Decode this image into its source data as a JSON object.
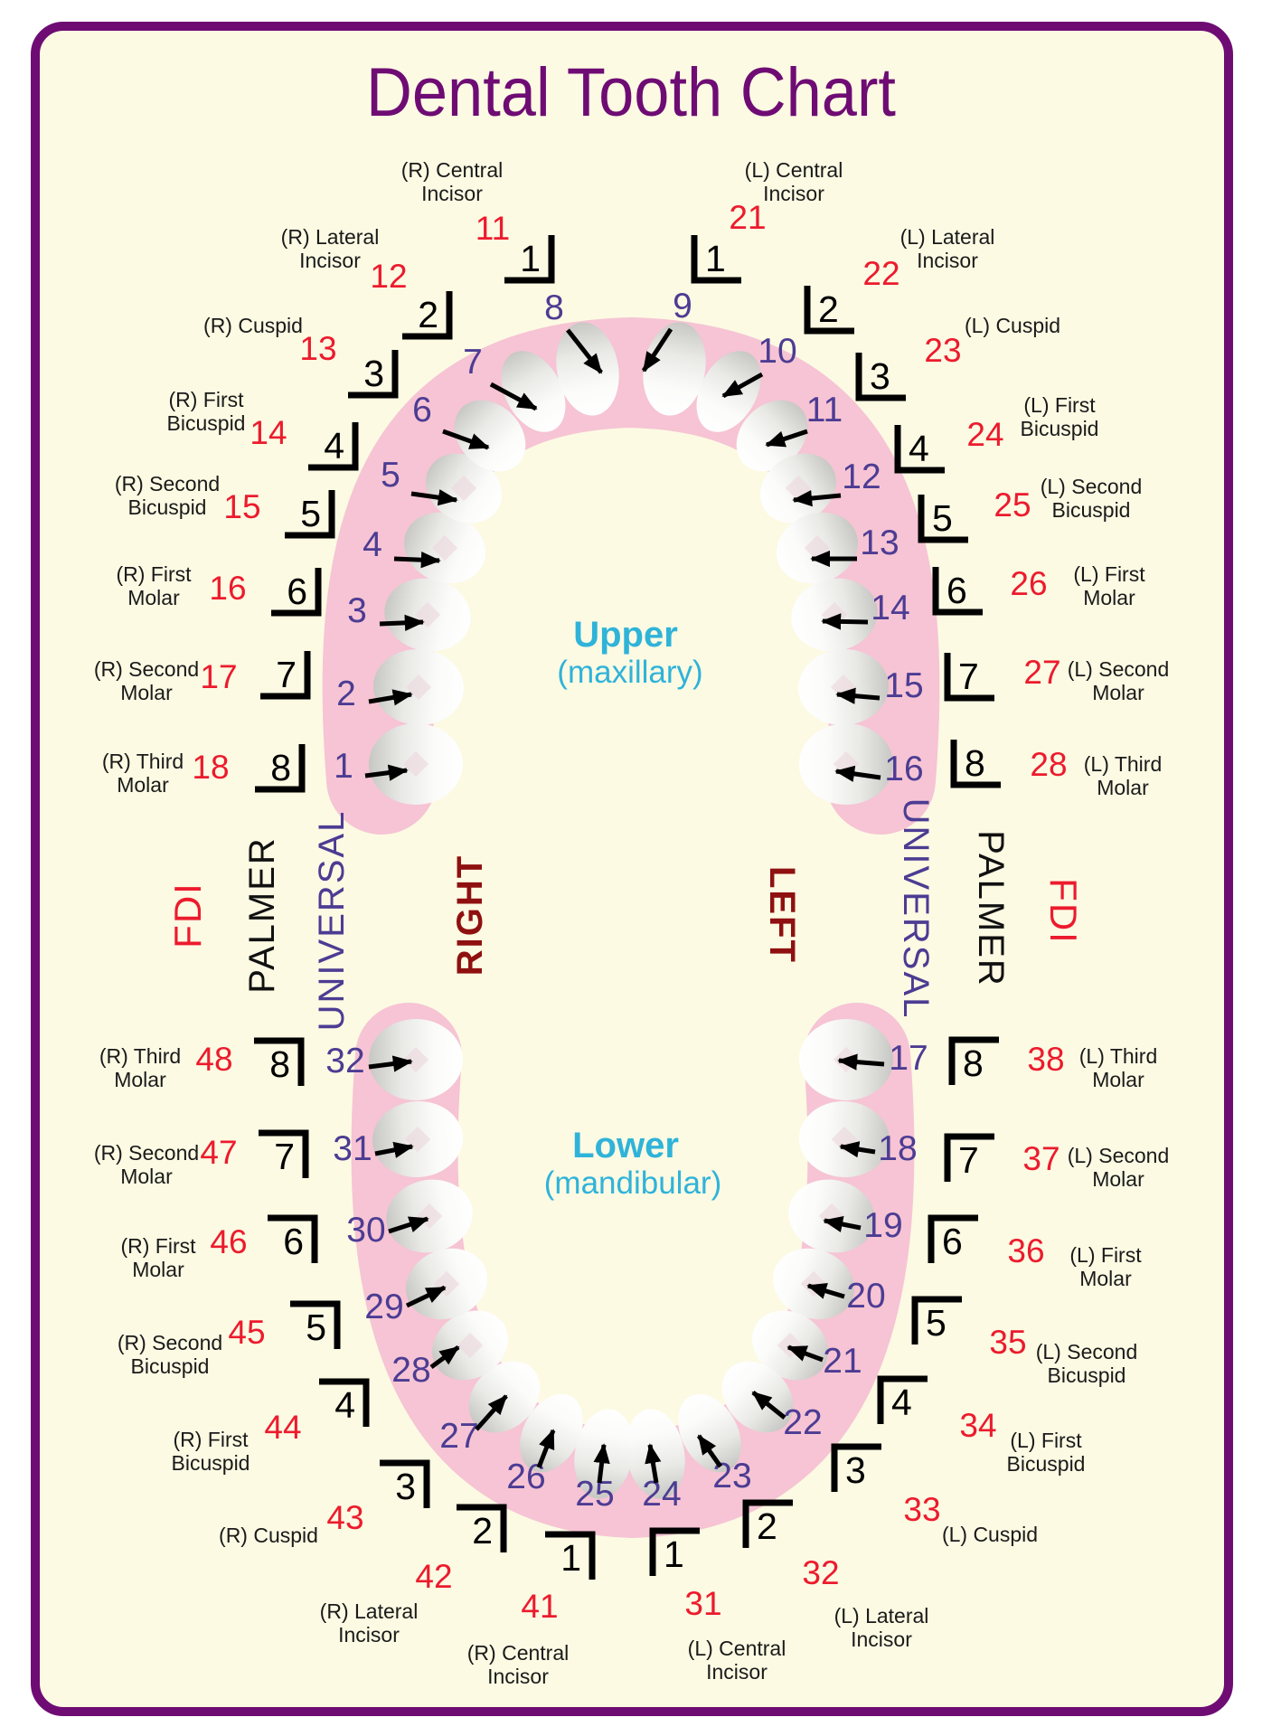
{
  "title": "Dental Tooth Chart",
  "sections": {
    "upper": {
      "name": "Upper",
      "sub": "(maxillary)"
    },
    "lower": {
      "name": "Lower",
      "sub": "(mandibular)"
    }
  },
  "systems": {
    "fdi": "FDI",
    "palmer": "PALMER",
    "universal": "UNIVERSAL"
  },
  "sides": {
    "right": "RIGHT",
    "left": "LEFT"
  },
  "colors": {
    "background": "#FCFAE3",
    "border": "#6E0C74",
    "title": "#6E0C74",
    "fdi_number": "#EC1B2D",
    "universal_number": "#4C3C93",
    "palmer_number": "#000000",
    "side_label": "#8F1010",
    "section_label": "#2FB3D9",
    "gum": "#F6C4D4",
    "tooth": "#FFFFFF"
  },
  "quadrants": {
    "upper_right": [
      {
        "name1": "(R) Central",
        "name2": "Incisor",
        "fdi": "11",
        "palmer": "1",
        "universal": "8"
      },
      {
        "name1": "(R) Lateral",
        "name2": "Incisor",
        "fdi": "12",
        "palmer": "2",
        "universal": "7"
      },
      {
        "name1": "(R) Cuspid",
        "name2": "",
        "fdi": "13",
        "palmer": "3",
        "universal": "6"
      },
      {
        "name1": "(R) First",
        "name2": "Bicuspid",
        "fdi": "14",
        "palmer": "4",
        "universal": "5"
      },
      {
        "name1": "(R) Second",
        "name2": "Bicuspid",
        "fdi": "15",
        "palmer": "5",
        "universal": "4"
      },
      {
        "name1": "(R) First",
        "name2": "Molar",
        "fdi": "16",
        "palmer": "6",
        "universal": "3"
      },
      {
        "name1": "(R) Second",
        "name2": "Molar",
        "fdi": "17",
        "palmer": "7",
        "universal": "2"
      },
      {
        "name1": "(R) Third",
        "name2": "Molar",
        "fdi": "18",
        "palmer": "8",
        "universal": "1"
      }
    ],
    "upper_left": [
      {
        "name1": "(L) Central",
        "name2": "Incisor",
        "fdi": "21",
        "palmer": "1",
        "universal": "9"
      },
      {
        "name1": "(L) Lateral",
        "name2": "Incisor",
        "fdi": "22",
        "palmer": "2",
        "universal": "10"
      },
      {
        "name1": "(L) Cuspid",
        "name2": "",
        "fdi": "23",
        "palmer": "3",
        "universal": "11"
      },
      {
        "name1": "(L) First",
        "name2": "Bicuspid",
        "fdi": "24",
        "palmer": "4",
        "universal": "12"
      },
      {
        "name1": "(L) Second",
        "name2": "Bicuspid",
        "fdi": "25",
        "palmer": "5",
        "universal": "13"
      },
      {
        "name1": "(L) First",
        "name2": "Molar",
        "fdi": "26",
        "palmer": "6",
        "universal": "14"
      },
      {
        "name1": "(L) Second",
        "name2": "Molar",
        "fdi": "27",
        "palmer": "7",
        "universal": "15"
      },
      {
        "name1": "(L) Third",
        "name2": "Molar",
        "fdi": "28",
        "palmer": "8",
        "universal": "16"
      }
    ],
    "lower_right": [
      {
        "name1": "(R) Central",
        "name2": "Incisor",
        "fdi": "41",
        "palmer": "1",
        "universal": "25"
      },
      {
        "name1": "(R) Lateral",
        "name2": "Incisor",
        "fdi": "42",
        "palmer": "2",
        "universal": "26"
      },
      {
        "name1": "(R) Cuspid",
        "name2": "",
        "fdi": "43",
        "palmer": "3",
        "universal": "27"
      },
      {
        "name1": "(R) First",
        "name2": "Bicuspid",
        "fdi": "44",
        "palmer": "4",
        "universal": "28"
      },
      {
        "name1": "(R) Second",
        "name2": "Bicuspid",
        "fdi": "45",
        "palmer": "5",
        "universal": "29"
      },
      {
        "name1": "(R) First",
        "name2": "Molar",
        "fdi": "46",
        "palmer": "6",
        "universal": "30"
      },
      {
        "name1": "(R) Second",
        "name2": "Molar",
        "fdi": "47",
        "palmer": "7",
        "universal": "31"
      },
      {
        "name1": "(R) Third",
        "name2": "Molar",
        "fdi": "48",
        "palmer": "8",
        "universal": "32"
      }
    ],
    "lower_left": [
      {
        "name1": "(L) Central",
        "name2": "Incisor",
        "fdi": "31",
        "palmer": "1",
        "universal": "24"
      },
      {
        "name1": "(L) Lateral",
        "name2": "Incisor",
        "fdi": "32",
        "palmer": "2",
        "universal": "23"
      },
      {
        "name1": "(L) Cuspid",
        "name2": "",
        "fdi": "33",
        "palmer": "3",
        "universal": "22"
      },
      {
        "name1": "(L) First",
        "name2": "Bicuspid",
        "fdi": "34",
        "palmer": "4",
        "universal": "21"
      },
      {
        "name1": "(L) Second",
        "name2": "Bicuspid",
        "fdi": "35",
        "palmer": "5",
        "universal": "20"
      },
      {
        "name1": "(L) First",
        "name2": "Molar",
        "fdi": "36",
        "palmer": "6",
        "universal": "19"
      },
      {
        "name1": "(L) Second",
        "name2": "Molar",
        "fdi": "37",
        "palmer": "7",
        "universal": "18"
      },
      {
        "name1": "(L) Third",
        "name2": "Molar",
        "fdi": "38",
        "palmer": "8",
        "universal": "17"
      }
    ]
  }
}
